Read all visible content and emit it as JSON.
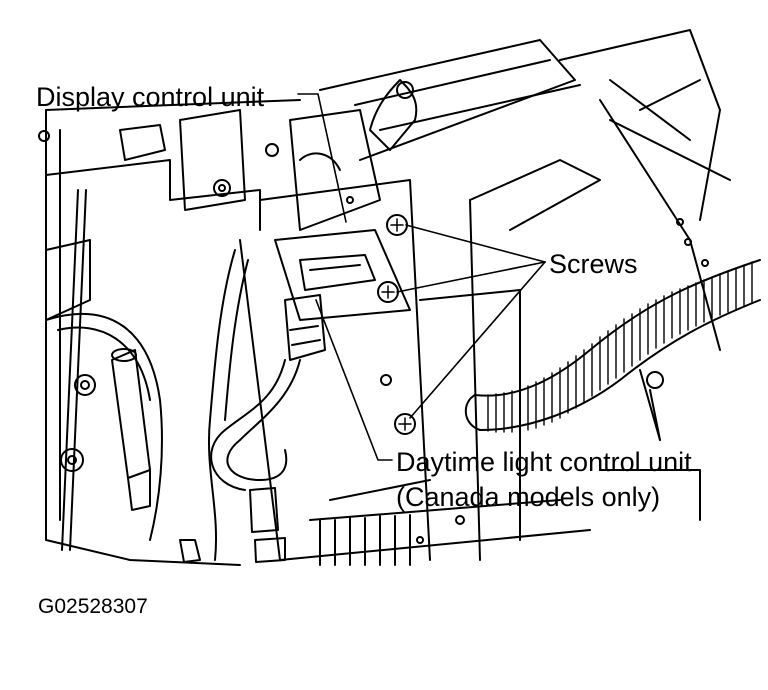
{
  "labels": {
    "display_control_unit": "Display control unit",
    "screws": "Screws",
    "daytime_light_line1": "Daytime light control unit",
    "daytime_light_line2": "(Canada models only)",
    "figure_code": "G02528307"
  },
  "colors": {
    "ink": "#000000",
    "background": "#ffffff"
  }
}
